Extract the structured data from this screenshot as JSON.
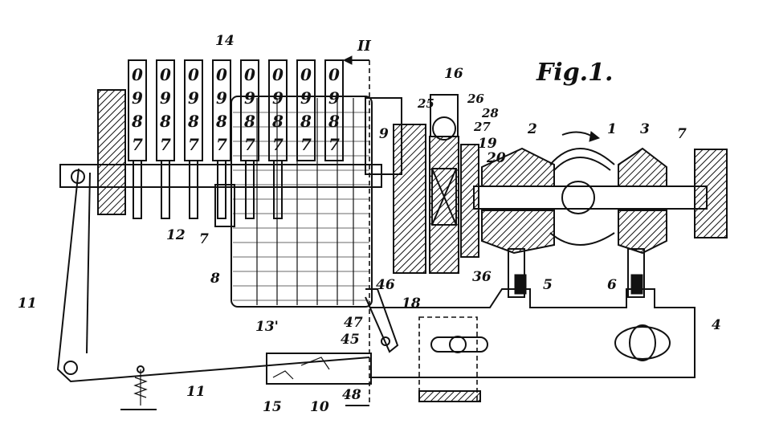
{
  "figure": {
    "title": "Fig.1.",
    "section_mark": "II",
    "wheel_digits": [
      "0",
      "9",
      "8",
      "7"
    ],
    "labels": {
      "l1": "1",
      "l2": "2",
      "l3": "3",
      "l4": "4",
      "l5": "5",
      "l6": "6",
      "l7a": "7",
      "l7b": "7",
      "l8": "8",
      "l9": "9",
      "l10": "10",
      "l11a": "11",
      "l11b": "11",
      "l12": "12",
      "l13": "13'",
      "l14": "14",
      "l15": "15",
      "l16": "16",
      "l18": "18",
      "l19": "19",
      "l20": "20",
      "l25": "25",
      "l26": "26",
      "l27": "27",
      "l28": "28",
      "l36": "36",
      "l45": "45",
      "l46": "46",
      "l47": "47",
      "l48": "48"
    }
  }
}
